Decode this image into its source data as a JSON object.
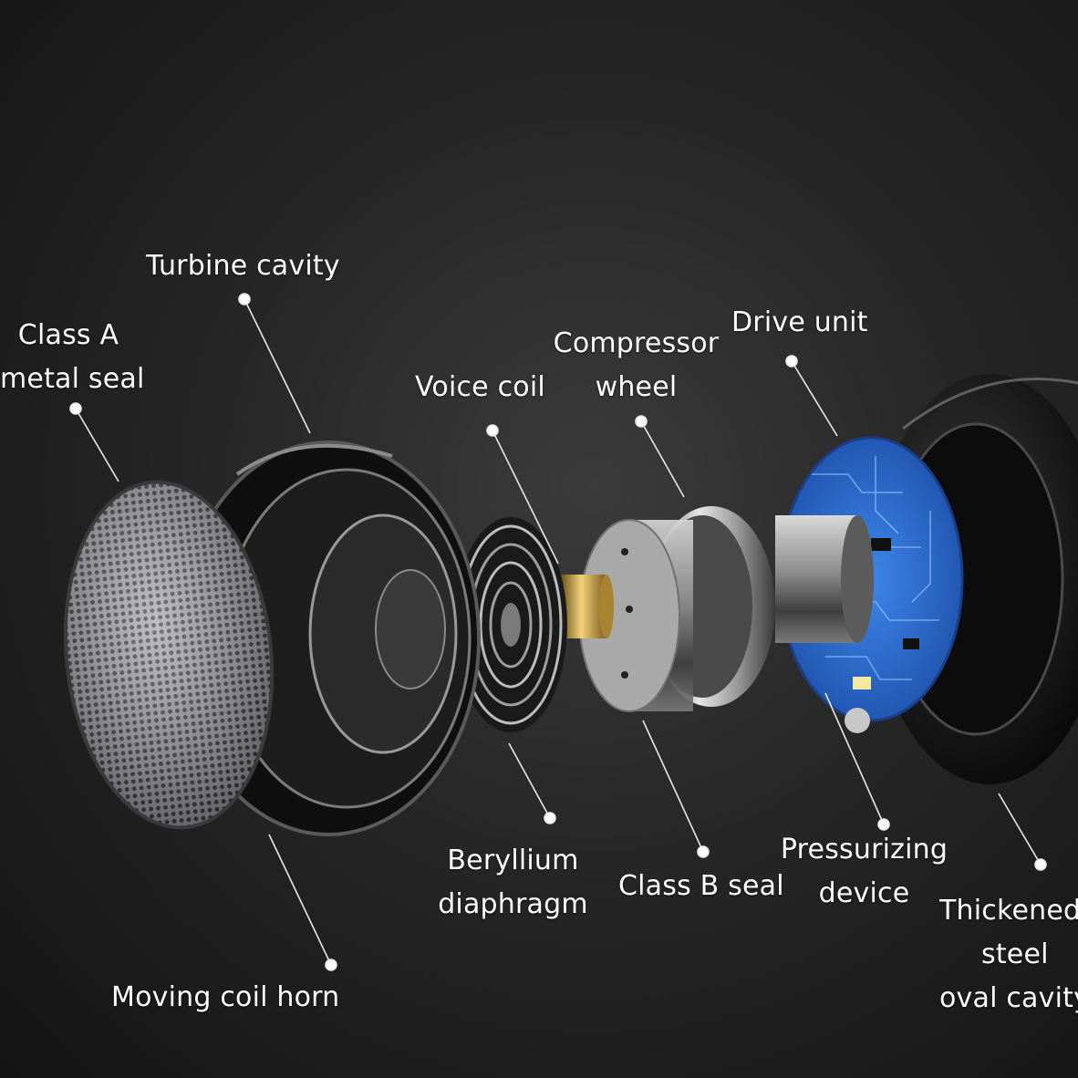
{
  "labels": {
    "turbine_cavity": "Turbine cavity",
    "class_a_metal_seal": [
      "Class A",
      "metal seal"
    ],
    "voice_coil": "Voice coil",
    "compressor_wheel": [
      "Compressor",
      "wheel"
    ],
    "drive_unit": "Drive unit",
    "beryllium_diaphragm": [
      "Beryllium",
      "diaphragm"
    ],
    "class_b_seal": "Class B seal",
    "pressurizing_device": [
      "Pressurizing",
      "device"
    ],
    "thickened_steel_oval_cavity": [
      "Thickened",
      "steel",
      "oval cavity"
    ],
    "moving_coil_horn": "Moving coil horn"
  },
  "colors": {
    "background": "#262626",
    "label_text": "#ffffff",
    "leader_line": "#e8e8e8",
    "pcb_blue": "#2f6fd6",
    "brass": "#c9a246"
  },
  "icons": {
    "grille": "mesh-grille",
    "pcb": "circuit-board"
  }
}
